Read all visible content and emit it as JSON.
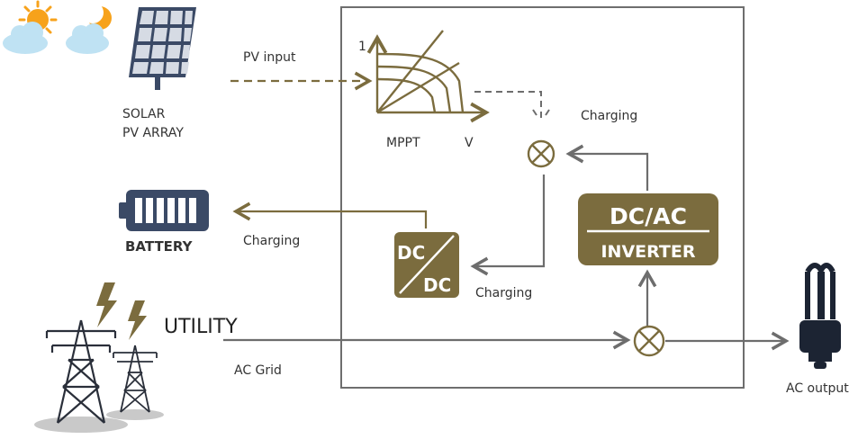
{
  "labels": {
    "pv_input": "PV input",
    "solar_line1": "SOLAR",
    "solar_line2": "PV ARRAY",
    "mppt": "MPPT",
    "axis_v": "V",
    "axis_one": "1",
    "charging_top": "Charging",
    "charging_left": "Charging",
    "charging_bottom": "Charging",
    "battery": "BATTERY",
    "dc_top": "DC",
    "dc_bottom": "DC",
    "inverter_line1": "DC/AC",
    "inverter_line2": "INVERTER",
    "utility": "UTILITY",
    "ac_grid": "AC Grid",
    "ac_output": "AC output"
  },
  "colors": {
    "gold": "#7b6c3e",
    "arrow": "#6d6d6d",
    "frame": "#6e6e6e",
    "panel": "#3b4a66",
    "battery": "#3b4a66",
    "sun": "#f7a21b",
    "cloud": "#bfe2f3",
    "lightning": "#7b6c3e"
  }
}
